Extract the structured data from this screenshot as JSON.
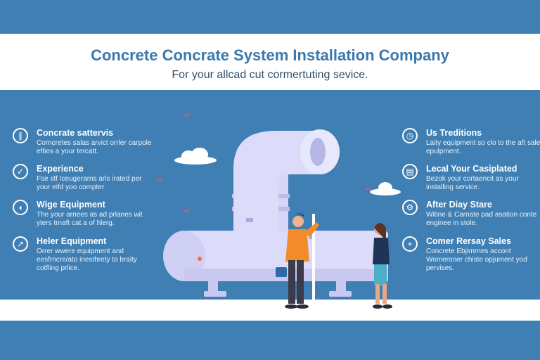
{
  "header": {
    "title": "Concrete Concrate System Installation Company",
    "subtitle": "For your allcad cut cormertuting sevice."
  },
  "features_left": [
    {
      "icon": "pipe-icon",
      "title": "Concrate sattervis",
      "desc": "Corncretes salas arvict orrler carpole efties a your tercatt."
    },
    {
      "icon": "check-icon",
      "title": "Experience",
      "desc": "Fse stf Iceugerarns arls irated per your eifd yoo compter"
    },
    {
      "icon": "shield-icon",
      "title": "Wige Equipment",
      "desc": "The your arnees as ad prlanes wit yters trnaft cat a of hlerg."
    },
    {
      "icon": "wrench-icon",
      "title": "Heler Equipment",
      "desc": "Orrer wwere equipment and eesfrncre/ato inesthrety to braity cotfling prlice."
    }
  ],
  "features_right": [
    {
      "icon": "clock-icon",
      "title": "Us Treditions",
      "desc": "Laity equipment so clo to the aft sale epulpment."
    },
    {
      "icon": "clipboard-icon",
      "title": "Lecal Your Casiplated",
      "desc": "Bezok your cortaencit as your installing service."
    },
    {
      "icon": "gear-icon",
      "title": "After Diay Stare",
      "desc": "Witine & Carnate pad asation conte enginee in stole."
    },
    {
      "icon": "plus-icon",
      "title": "Comer Rersay Sales",
      "desc": "Concrete Ebjirnrnes accont Womeroner chiste opjument yod pervises."
    }
  ],
  "colors": {
    "background": "#3f7fb3",
    "title": "#3a78ad",
    "pipe": "#dcdcfa",
    "pipe_shadow": "#b9b9e8"
  }
}
